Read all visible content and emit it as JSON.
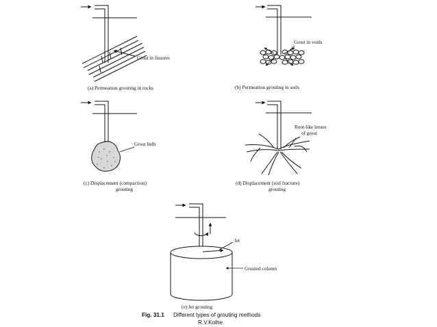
{
  "figure": {
    "panel_a": {
      "caption": "(a) Permeation grouting in rocks",
      "label": "Grout in fissures"
    },
    "panel_b": {
      "caption": "(b) Permeation grouting in soils",
      "label": "Grout in voids"
    },
    "panel_c": {
      "caption_line1": "(c) Displacement (compaction)",
      "caption_line2": "grouting",
      "label": "Grout bulb"
    },
    "panel_d": {
      "caption_line1": "(d) Displacement (soil fracture)",
      "caption_line2": "grouting",
      "label_line1": "Root-like lenses",
      "label_line2": "of grout"
    },
    "panel_e": {
      "caption": "(e) Jet grouting",
      "label_jet": "Jet",
      "label_column": "Grouted column"
    },
    "fig_number": "Fig. 31.1",
    "fig_title": "Different types of grouting methods",
    "author": "R.V.Kolhe"
  }
}
